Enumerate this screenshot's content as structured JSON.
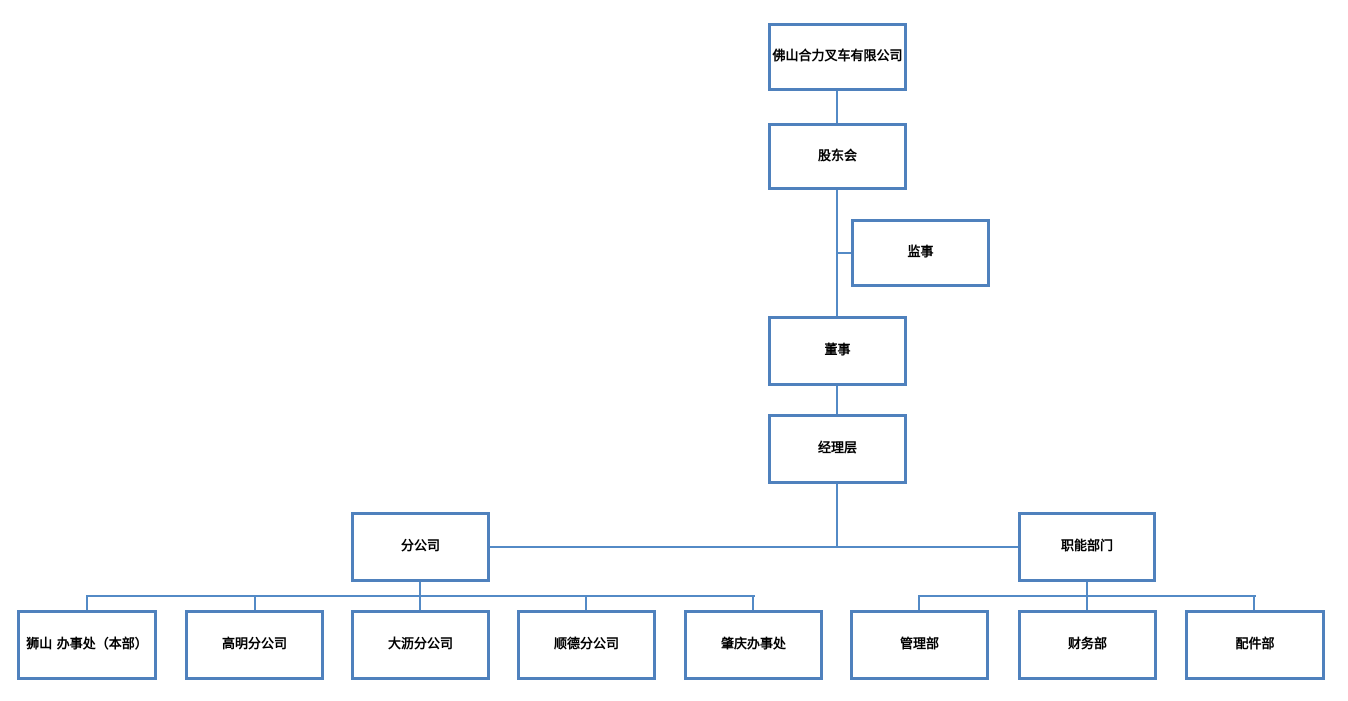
{
  "diagram": {
    "type": "org-chart",
    "background_color": "#ffffff",
    "box_border_color": "#4f81bd",
    "connector_color": "#538ac6",
    "text_color": "#000000"
  },
  "nodes": [
    {
      "id": "company",
      "label": "佛山合力叉车有限公司",
      "level": 1
    },
    {
      "id": "shareholders",
      "label": "股东会",
      "level": 2
    },
    {
      "id": "supervisor",
      "label": "监事",
      "level": 3
    },
    {
      "id": "director",
      "label": "董事",
      "level": 4
    },
    {
      "id": "management",
      "label": "经理层",
      "level": 5
    },
    {
      "id": "branch-group",
      "label": "分公司",
      "level": 6
    },
    {
      "id": "functional-group",
      "label": "职能部门",
      "level": 6
    },
    {
      "id": "shishan-office",
      "label": "狮山 办事处（本部）",
      "level": 7
    },
    {
      "id": "gaoming-branch",
      "label": "高明分公司",
      "level": 7
    },
    {
      "id": "dali-branch",
      "label": "大沥分公司",
      "level": 7
    },
    {
      "id": "shunde-branch",
      "label": "顺德分公司",
      "level": 7
    },
    {
      "id": "zhaoqing-office",
      "label": "肇庆办事处",
      "level": 7
    },
    {
      "id": "management-dept",
      "label": "管理部",
      "level": 7
    },
    {
      "id": "finance-dept",
      "label": "财务部",
      "level": 7
    },
    {
      "id": "parts-dept",
      "label": "配件部",
      "level": 7
    }
  ],
  "edges": [
    {
      "from": "company",
      "to": "shareholders"
    },
    {
      "from": "shareholders",
      "to": "supervisor"
    },
    {
      "from": "shareholders",
      "to": "director"
    },
    {
      "from": "director",
      "to": "management"
    },
    {
      "from": "management",
      "to": "branch-group"
    },
    {
      "from": "management",
      "to": "functional-group"
    },
    {
      "from": "branch-group",
      "to": "shishan-office"
    },
    {
      "from": "branch-group",
      "to": "gaoming-branch"
    },
    {
      "from": "branch-group",
      "to": "dali-branch"
    },
    {
      "from": "branch-group",
      "to": "shunde-branch"
    },
    {
      "from": "branch-group",
      "to": "zhaoqing-office"
    },
    {
      "from": "functional-group",
      "to": "management-dept"
    },
    {
      "from": "functional-group",
      "to": "finance-dept"
    },
    {
      "from": "functional-group",
      "to": "parts-dept"
    }
  ]
}
